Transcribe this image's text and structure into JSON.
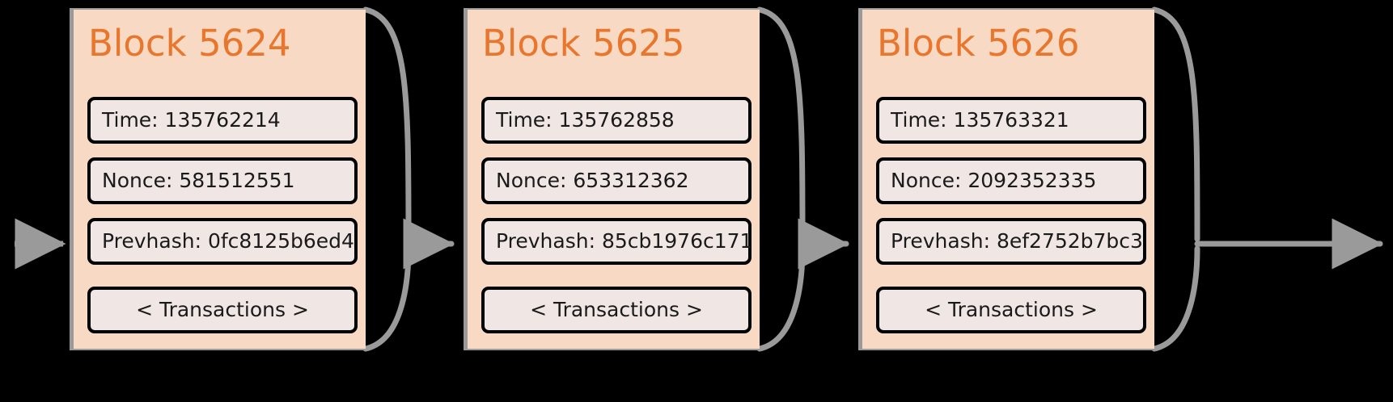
{
  "diagram": {
    "type": "blockchain-chain",
    "background_color": "#000000",
    "block_fill": "#f8d9c4",
    "field_fill": "#f0e7e4",
    "title_color": "#e8762c",
    "connector_color": "#9a9a9a",
    "labels": {
      "time_prefix": "Time:",
      "nonce_prefix": "Nonce:",
      "prevhash_prefix": "Prevhash:",
      "transactions": "< Transactions >"
    },
    "blocks": [
      {
        "title": "Block 5624",
        "time": "Time: 135762214",
        "nonce": "Nonce: 581512551",
        "prevhash": "Prevhash: 0fc8125b6ed4",
        "transactions": "< Transactions >"
      },
      {
        "title": "Block 5625",
        "time": "Time: 135762858",
        "nonce": "Nonce: 653312362",
        "prevhash": "Prevhash: 85cb1976c171",
        "transactions": "< Transactions >"
      },
      {
        "title": "Block 5626",
        "time": "Time: 135763321",
        "nonce": "Nonce: 2092352335",
        "prevhash": "Prevhash: 8ef2752b7bc3",
        "transactions": "< Transactions >"
      }
    ]
  }
}
